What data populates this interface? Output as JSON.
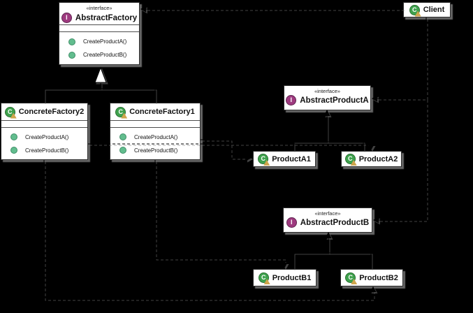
{
  "diagram": {
    "type": "uml-class-diagram",
    "pattern": "Abstract Factory",
    "background": "#000000"
  },
  "colors": {
    "box_fill": "#ffffff",
    "box_shadow": "#8c8c8c",
    "interface_icon": "#9e3a7f",
    "class_icon": "#3fa24e",
    "class_icon_badge": "#cfa54d",
    "method_icon": "#62bd8e",
    "line": "#000000"
  },
  "icons": {
    "interface_letter": "I",
    "class_letter": "C"
  },
  "classes": [
    {
      "id": "abstract-factory",
      "stereotype": "«interface»",
      "name": "AbstractFactory",
      "icon": "interface-icon",
      "methods": [
        "CreateProductA()",
        "CreateProductB()"
      ]
    },
    {
      "id": "client",
      "name": "Client",
      "icon": "class-icon"
    },
    {
      "id": "concrete-factory2",
      "name": "ConcreteFactory2",
      "icon": "class-icon",
      "methods": [
        "CreateProductA()",
        "CreateProductB()"
      ]
    },
    {
      "id": "concrete-factory1",
      "name": "ConcreteFactory1",
      "icon": "class-icon",
      "methods": [
        "CreateProductA()",
        "CreateProductB()"
      ]
    },
    {
      "id": "abstract-product-a",
      "stereotype": "«interface»",
      "name": "AbstractProductA",
      "icon": "interface-icon"
    },
    {
      "id": "product-a1",
      "name": "ProductA1",
      "icon": "class-icon"
    },
    {
      "id": "product-a2",
      "name": "ProductA2",
      "icon": "class-icon"
    },
    {
      "id": "abstract-product-b",
      "stereotype": "«interface»",
      "name": "AbstractProductB",
      "icon": "interface-icon"
    },
    {
      "id": "product-b1",
      "name": "ProductB1",
      "icon": "class-icon"
    },
    {
      "id": "product-b2",
      "name": "ProductB2",
      "icon": "class-icon"
    }
  ]
}
